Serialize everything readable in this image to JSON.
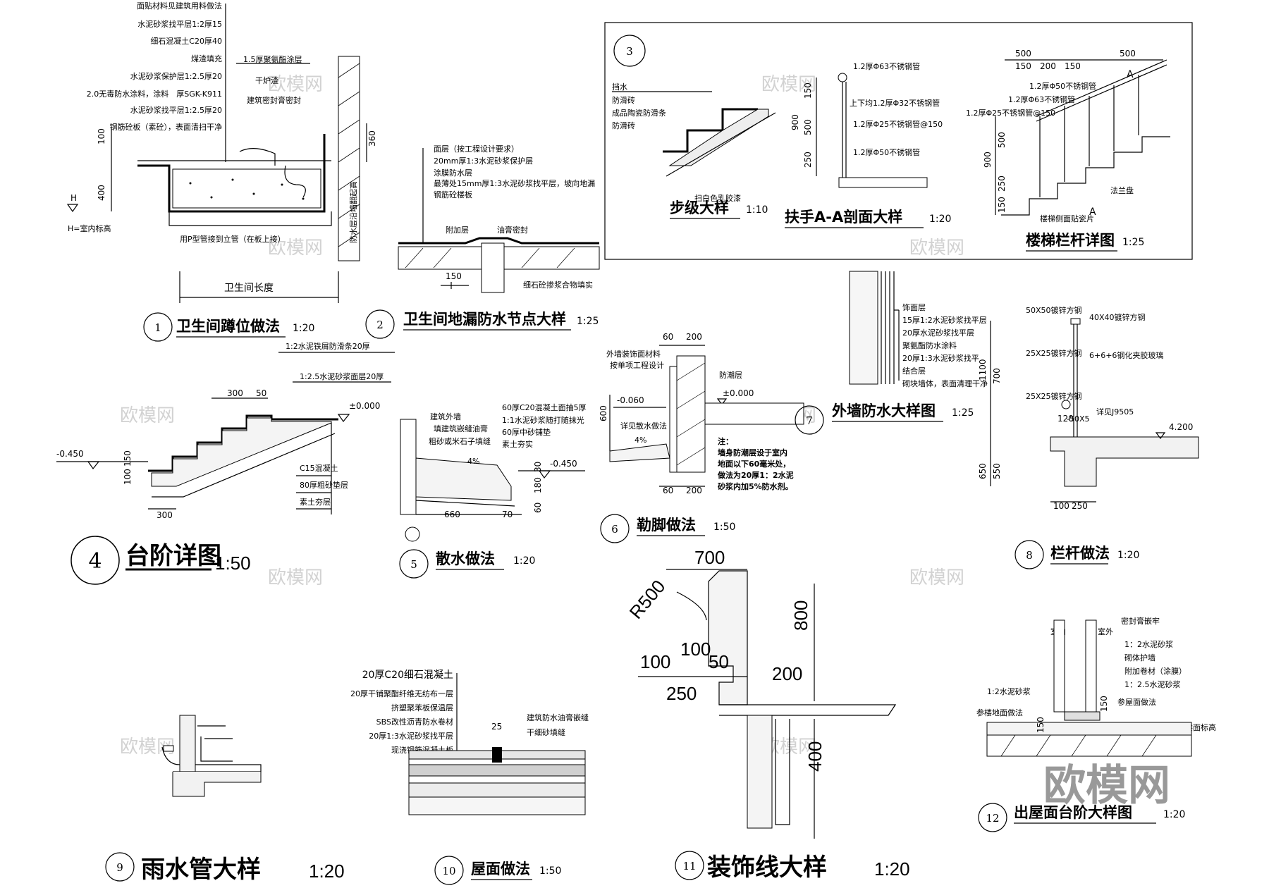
{
  "detail_1": {
    "num": "1",
    "title": "卫生间蹲位做法",
    "scale": "1:20",
    "notes": [
      "面贴材料见建筑用料做法",
      "水泥砂浆找平层1:2厚15",
      "细石混凝土C20厚40",
      "煤渣填充",
      "水泥砂浆保护层1:2.5厚20",
      "2.0无毒防水涂料，涂料　厚SGK-K911",
      "水泥砂浆找平层1:2.5厚20",
      "钢筋砼板（素砼），表面清扫干净"
    ],
    "right_notes": [
      "1.5厚聚氨酯涂层",
      "干炉渣",
      "建筑密封膏密封"
    ],
    "dims": [
      "100",
      "400",
      "360"
    ],
    "h_note": "H=室内标高",
    "pipe_note": "用P型管接到立管（在板上接）",
    "length_label": "卫生间长度",
    "wall_note": "防水层沿墙翻起高"
  },
  "detail_2": {
    "num": "2",
    "title": "卫生间地漏防水节点大样",
    "scale": "1:25",
    "notes": [
      "面层（按工程设计要求）",
      "20mm厚1:3水泥砂浆保护层",
      "涂膜防水层",
      "最薄处15mm厚1:3水泥砂浆找平层，坡向地漏",
      "钢筋砼楼板"
    ],
    "labels": [
      "附加层",
      "油膏密封",
      "细石砼掺浆合物填实"
    ],
    "dim": "150"
  },
  "detail_3": {
    "num": "3",
    "step": {
      "title": "步级大样",
      "scale": "1:10",
      "labels": [
        "挡水",
        "防滑砖",
        "成品陶瓷防滑条",
        "防滑砖",
        "扫白色乳胶漆"
      ]
    },
    "handrail": {
      "title": "扶手A-A剖面大样",
      "scale": "1:20",
      "labels": [
        "1.2厚Φ63不锈钢管",
        "上下均1.2厚Φ32不锈钢管",
        "1.2厚Φ25不锈钢管@150",
        "1.2厚Φ50不锈钢管"
      ],
      "dims": [
        "150",
        "500",
        "250",
        "900"
      ]
    },
    "railing": {
      "title": "楼梯栏杆详图",
      "scale": "1:25",
      "labels": [
        "1.2厚Φ50不锈钢管",
        "1.2厚Φ63不锈钢管",
        "1.2厚Φ25不锈钢管@150",
        "法兰盘",
        "楼梯侧面贴瓷片"
      ],
      "dims": [
        "500",
        "500",
        "150",
        "200",
        "150",
        "900",
        "500",
        "250",
        "150"
      ],
      "section_mark": "A"
    }
  },
  "detail_4": {
    "num": "4",
    "title": "台阶详图",
    "scale": "1:50",
    "notes": [
      "1:2水泥铁屑防滑条20厚",
      "1:2.5水泥砂浆面层20厚",
      "C15混凝土",
      "80厚粗砂垫层",
      "素土夯层"
    ],
    "elevations": [
      "-0.450",
      "±0.000"
    ],
    "dims": [
      "300",
      "50",
      "100",
      "150",
      "300"
    ]
  },
  "detail_5": {
    "num": "5",
    "title": "散水做法",
    "scale": "1:20",
    "notes": [
      "60厚C20混凝土面抽5厚",
      "1:1水泥砂浆随打随抹光",
      "60厚中砂铺垫",
      "素土夯实"
    ],
    "left_notes": [
      "建筑外墙",
      "填建筑嵌缝油膏",
      "粗砂或米石子填缝"
    ],
    "slope": "4%",
    "elevation": "-0.450",
    "dims": [
      "660",
      "70",
      "30",
      "180",
      "60"
    ]
  },
  "detail_6": {
    "num": "6",
    "title": "勒脚做法",
    "scale": "1:50",
    "labels": [
      "外墙装饰面材料",
      "按单项工程设计",
      "防潮层",
      "详见散水做法"
    ],
    "elevations": [
      "-0.060",
      "±0.000"
    ],
    "dims": [
      "60",
      "200",
      "600",
      "60",
      "200"
    ],
    "slope": "4%",
    "note": [
      "注：",
      "墙身防潮层设于室内",
      "地面以下60毫米处，",
      "做法为20厚1：2水泥",
      "砂浆内加5%防水剂。"
    ]
  },
  "detail_7": {
    "num": "7",
    "title": "外墙防水大样图",
    "scale": "1:25",
    "labels": [
      "饰面层",
      "15厚1:2水泥砂浆找平层",
      "20厚水泥砂浆找平层",
      "聚氨酯防水涂料",
      "20厚1:3水泥砂浆找平",
      "结合层",
      "砌块墙体，表面清理干净"
    ]
  },
  "detail_8": {
    "num": "8",
    "title": "栏杆做法",
    "scale": "1:20",
    "labels": [
      "50X50镀锌方钢",
      "40X40镀锌方钢",
      "25X25镀锌方钢",
      "6+6+6钢化夹胶玻璃",
      "25X25镀锌方钢",
      "-50X5"
    ],
    "ref": "详见J9505",
    "elevation": "4.200",
    "dims": [
      "1100",
      "700",
      "650",
      "550",
      "100",
      "250",
      "120"
    ]
  },
  "detail_9": {
    "num": "9",
    "title": "雨水管大样",
    "scale": "1:20"
  },
  "detail_10": {
    "num": "10",
    "title": "屋面做法",
    "scale": "1:50",
    "notes": [
      "20厚C20细石混凝土",
      "20厚干铺聚酯纤维无纺布一层",
      "挤塑聚苯板保温层",
      "SBS改性沥青防水卷材",
      "20厚1:3水泥砂浆找平层",
      "现浇钢筋混凝土板"
    ],
    "right_notes": [
      "建筑防水油膏嵌缝",
      "干细砂填缝"
    ],
    "dim": "25"
  },
  "detail_11": {
    "num": "11",
    "title": "装饰线大样",
    "scale": "1:20",
    "dims": [
      "700",
      "R500",
      "800",
      "100",
      "100",
      "50",
      "250",
      "200",
      "400"
    ]
  },
  "detail_12": {
    "num": "12",
    "title": "出屋面台阶大样图",
    "scale": "1:20",
    "labels": [
      "室内",
      "室外",
      "密封膏嵌牢",
      "1：2水泥砂浆",
      "砌体护墙",
      "附加卷材（涂膜）",
      "1：2.5水泥砂浆",
      "1:2水泥砂浆",
      "参楼地面做法",
      "参屋面做法",
      "H= 楼面标高"
    ],
    "dims": [
      "150",
      "150"
    ]
  },
  "watermarks": {
    "logo": "欧模网"
  },
  "brand": "欧模网"
}
